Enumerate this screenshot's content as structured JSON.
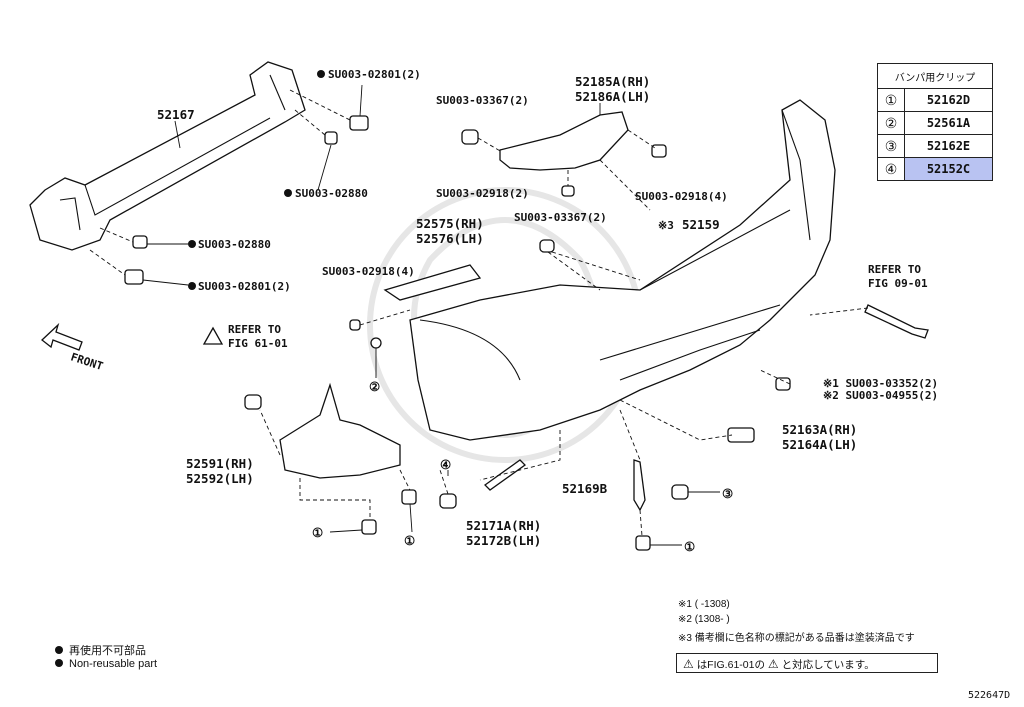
{
  "labels": {
    "p52167": "52167",
    "su0302801_top": "SU003-02801(2)",
    "su0302880_mid": "SU003-02880",
    "su0302880_low": "SU003-02880",
    "su0302801_low": "SU003-02801(2)",
    "su0303367_top": "SU003-03367(2)",
    "p52185a": "52185A(RH)",
    "p52186a": "52186A(LH)",
    "su0302918_mid": "SU003-02918(2)",
    "su0302918_right": "SU003-02918(4)",
    "p52575": "52575(RH)",
    "p52576": "52576(LH)",
    "su0303367_mid": "SU003-03367(2)",
    "p52159": "52159",
    "mark3": "※3",
    "su0302918_left": "SU003-02918(4)",
    "refer_right_1": "REFER TO",
    "refer_right_2": "FIG 09-01",
    "refer_left_1": "REFER TO",
    "refer_left_2": "FIG 61-01",
    "front": "FRONT",
    "note_x1": "※1 SU003-03352(2)",
    "note_x2": "※2 SU003-04955(2)",
    "p52163a": "52163A(RH)",
    "p52164a": "52164A(LH)",
    "p52591": "52591(RH)",
    "p52592": "52592(LH)",
    "p52169b": "52169B",
    "p52171a": "52171A(RH)",
    "p52172b": "52172B(LH)",
    "c1": "①",
    "c2": "②",
    "c3": "③",
    "c4": "④"
  },
  "clip_table": {
    "header": "バンパ用クリップ",
    "rows": [
      {
        "num": "①",
        "code": "52162D"
      },
      {
        "num": "②",
        "code": "52561A"
      },
      {
        "num": "③",
        "code": "52162E"
      },
      {
        "num": "④",
        "code": "52152C"
      }
    ]
  },
  "notes": {
    "n1": "※1 (      -1308)",
    "n2": "※2 (1308-      )",
    "n3": "※3 備考欄に色名称の標記がある品番は塗装済品です",
    "box": "はFIG.61-01の",
    "box_tail": "と対応しています。",
    "triangle": "⚠"
  },
  "legend": {
    "jp": "再使用不可部品",
    "en": "Non-reusable part"
  },
  "diagram_code": "522647D"
}
